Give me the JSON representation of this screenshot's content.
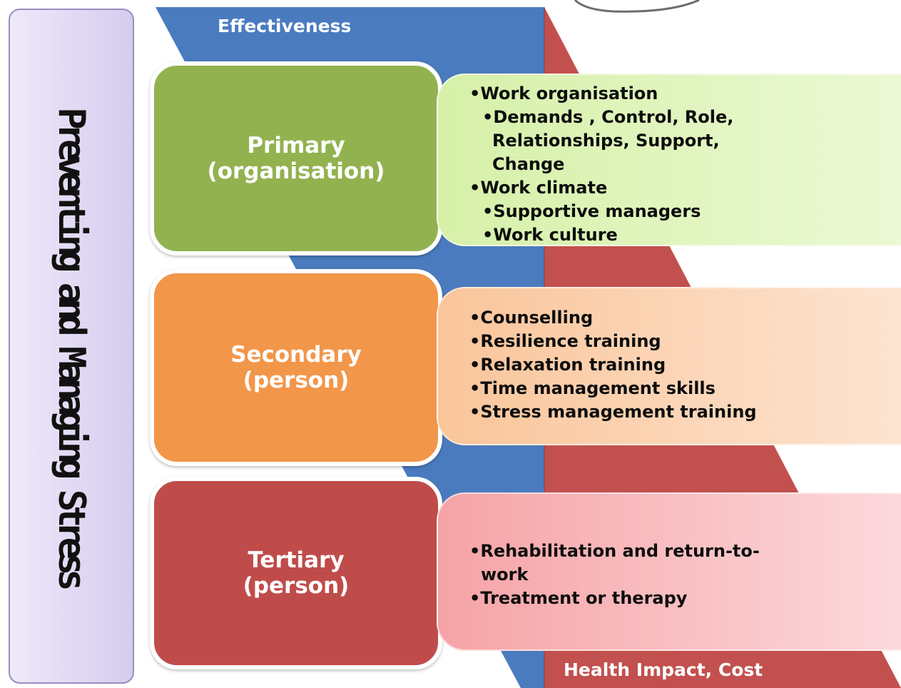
{
  "side_title": "Preventing and Managing Stress",
  "axes": {
    "top_label": "Effectiveness",
    "bottom_label": "Health Impact, Cost",
    "top_color": "#4a7bbf",
    "bottom_color": "#c2504e"
  },
  "levels": [
    {
      "title": "Primary",
      "subtitle": "(organisation)",
      "color": "#92b24f",
      "items": [
        "•Work organisation",
        "•Demands , Control, Role,",
        "Relationships, Support,",
        "Change",
        "•Work climate",
        "•Supportive managers",
        "•Work culture"
      ]
    },
    {
      "title": "Secondary",
      "subtitle": "(person)",
      "color": "#f2964a",
      "items": [
        "•Counselling",
        "•Resilience training",
        "•Relaxation training",
        "•Time management skills",
        "•Stress management training"
      ]
    },
    {
      "title": "Tertiary",
      "subtitle": "(person)",
      "color": "#bf4c4a",
      "items": [
        "•Rehabilitation and return-to-",
        "work",
        "•Treatment or therapy"
      ]
    }
  ]
}
